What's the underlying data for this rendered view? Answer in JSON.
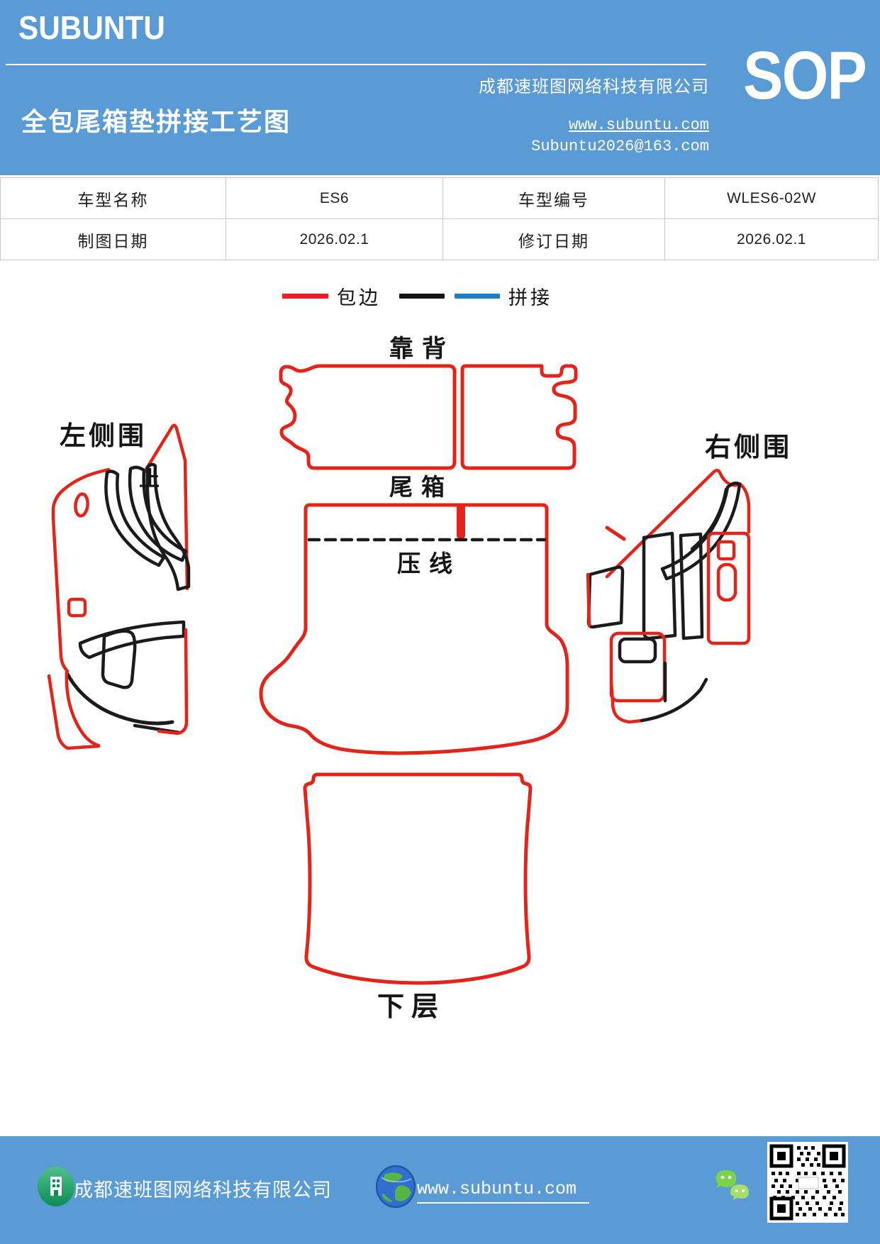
{
  "colors": {
    "accent_blue": "#5B9BD5",
    "line_red": "#E3241B",
    "line_black": "#1B1B1B",
    "legend_blue": "#1E7EC8"
  },
  "header": {
    "logo": "SUBUNTU",
    "title": "全包尾箱垫拼接工艺图",
    "company": "成都速班图网络科技有限公司",
    "website": "www.subuntu.com",
    "email": "Subuntu2026@163.com",
    "sop": "SOP"
  },
  "info_table": {
    "rows": [
      {
        "cells": [
          "车型名称",
          "ES6",
          "车型编号",
          "WLES6-02W"
        ]
      },
      {
        "cells": [
          "制图日期",
          "2026.02.1",
          "修订日期",
          "2026.02.1"
        ]
      }
    ]
  },
  "legend": {
    "wrap_label": "包边",
    "splice_label": "拼接"
  },
  "diagram": {
    "labels": {
      "backrest": "靠背",
      "trunk": "尾箱",
      "crease": "压线",
      "left_side": "左侧围",
      "right_side": "右侧围",
      "lower": "下层",
      "stop_mark": "止"
    }
  },
  "footer": {
    "company": "成都速班图网络科技有限公司",
    "website": "www.subuntu.com"
  }
}
